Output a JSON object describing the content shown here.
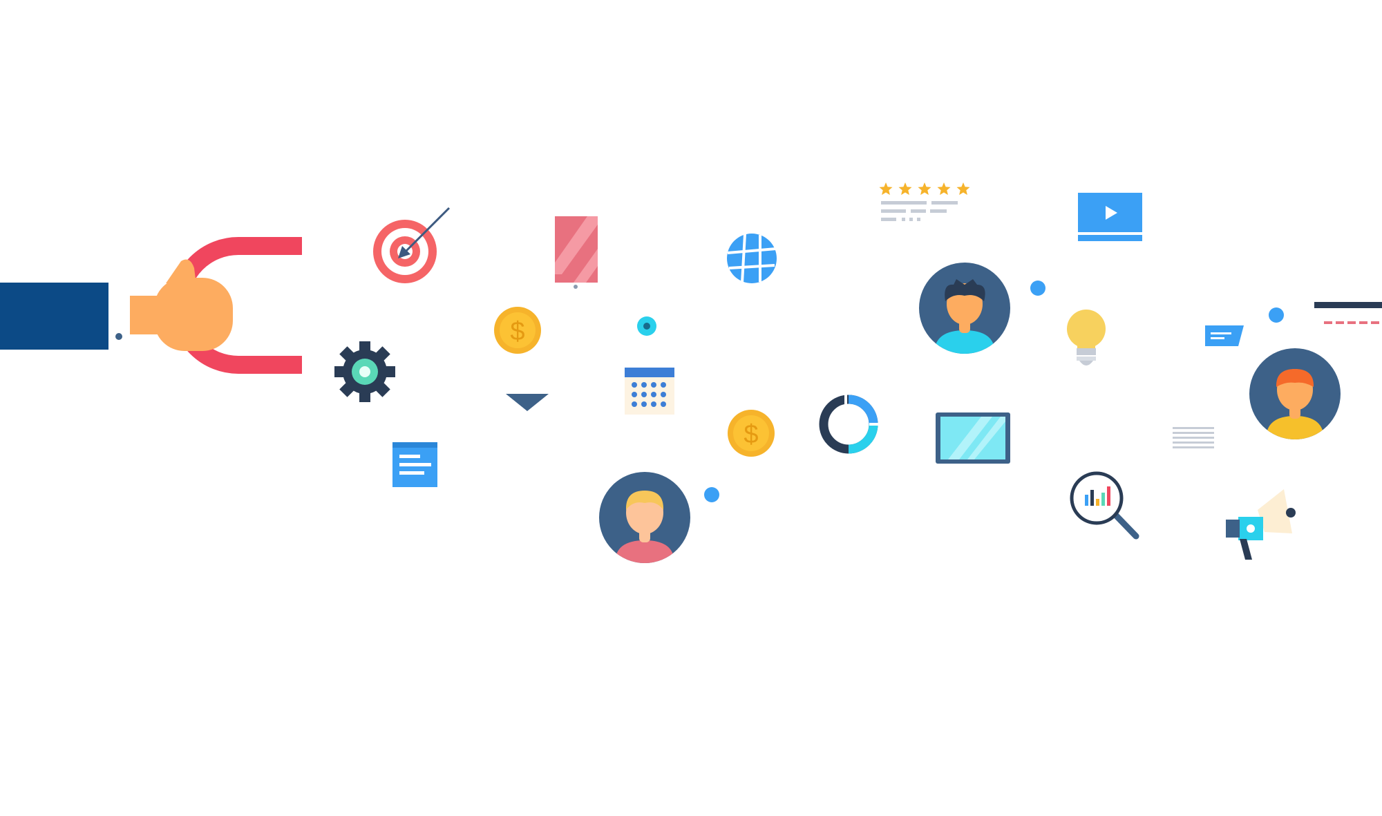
{
  "colors": {
    "background": "#ffffff",
    "sleeve": "#0c4a86",
    "skin": "#fdac60",
    "magnet": "#f0465e",
    "navy": "#3d6188",
    "dark": "#2a3c55",
    "blue": "#3ba0f5",
    "teal": "#5ad8b7",
    "cyan": "#2ad0ec",
    "coral": "#f56466",
    "pink": "#e8717f",
    "gold": "#f6b32b",
    "bulb": "#f7d15e",
    "screen": "#7ee8f4",
    "lines": "#c6ccd6"
  },
  "rating": {
    "stars": 5
  },
  "icons": [
    "hand-holding-magnet",
    "target-icon",
    "gear-icon",
    "document-icon",
    "coin-icon",
    "phone-icon",
    "triangle-icon",
    "calendar-icon",
    "globe-icon",
    "coin-icon",
    "donut-chart-icon",
    "avatar",
    "review-card",
    "avatar",
    "video-icon",
    "lightbulb-icon",
    "tablet-icon",
    "magnifier-chart-icon",
    "chat-bubble-icon",
    "text-lines-icon",
    "megaphone-icon",
    "avatar"
  ]
}
